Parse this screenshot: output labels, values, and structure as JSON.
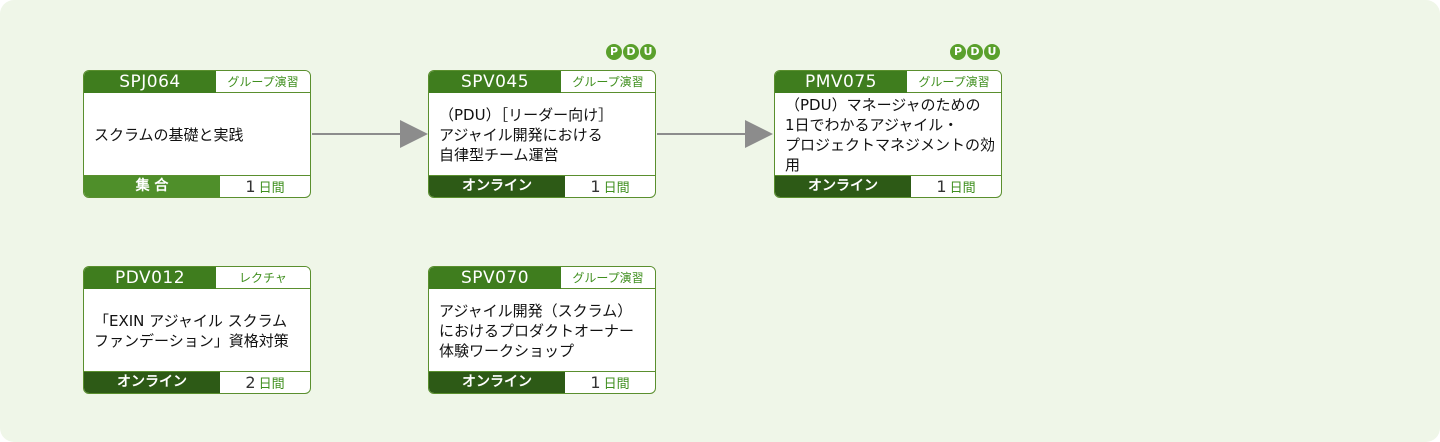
{
  "courses": [
    {
      "code": "SPJ064",
      "type": "グループ演習",
      "title_lines": [
        "スクラムの基礎と実践"
      ],
      "format": "集 合",
      "days": "1",
      "unit": "日間"
    },
    {
      "code": "SPV045",
      "type": "グループ演習",
      "title_lines": [
        "（PDU）［リーダー向け］",
        "アジャイル開発における",
        "自律型チーム運営"
      ],
      "format": "オンライン",
      "days": "1",
      "unit": "日間",
      "pdu": [
        "P",
        "D",
        "U"
      ]
    },
    {
      "code": "PMV075",
      "type": "グループ演習",
      "title_lines": [
        "（PDU）マネージャのための",
        "1日でわかるアジャイル・",
        "プロジェクトマネジメントの効用"
      ],
      "format": "オンライン",
      "days": "1",
      "unit": "日間",
      "pdu": [
        "P",
        "D",
        "U"
      ]
    },
    {
      "code": "PDV012",
      "type": "レクチャ",
      "title_lines": [
        "「EXIN アジャイル スクラム",
        "ファンデーション」資格対策"
      ],
      "format": "オンライン",
      "days": "2",
      "unit": "日間"
    },
    {
      "code": "SPV070",
      "type": "グループ演習",
      "title_lines": [
        "アジャイル開発（スクラム）",
        "におけるプロダクトオーナー",
        "体験ワークショップ"
      ],
      "format": "オンライン",
      "days": "1",
      "unit": "日間"
    }
  ],
  "colors": {
    "arrow": "#8c8c8c",
    "panel": "#eff6e8",
    "accent": "#3f7d1e"
  }
}
